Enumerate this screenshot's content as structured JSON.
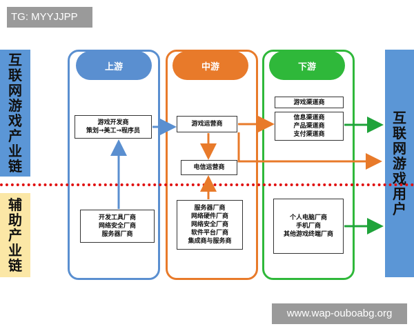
{
  "watermark": "TG: MYYJJPP",
  "site_url": "www.wap-ouboabg.org",
  "side_left_top": [
    "互",
    "联",
    "网",
    "游",
    "戏",
    "产",
    "业",
    "链"
  ],
  "side_left_bottom": [
    "辅",
    "助",
    "产",
    "业",
    "链"
  ],
  "side_right": [
    "互",
    "联",
    "网",
    "游",
    "戏",
    "用",
    "户"
  ],
  "stages": {
    "upstream": "上游",
    "midstream": "中游",
    "downstream": "下游"
  },
  "boxes": {
    "game_dev": [
      "游戏开发商",
      "策划→美工→程序员"
    ],
    "dev_tools": [
      "开发工具厂商",
      "网络安全厂商",
      "服务器厂商"
    ],
    "game_operator": [
      "游戏运营商"
    ],
    "telecom": [
      "电信运营商"
    ],
    "mid_support": [
      "服务器厂商",
      "网络硬件厂商",
      "网络安全厂商",
      "软件平台厂商",
      "集成商与服务商"
    ],
    "channel_title": [
      "游戏渠道商"
    ],
    "channels": [
      "信息渠道商",
      "产品渠道商",
      "支付渠道商"
    ],
    "devices": [
      "个人电脑厂商",
      "手机厂商",
      "其他游戏终端厂商"
    ]
  },
  "colors": {
    "blue_band": "#5b96d6",
    "yellow_band": "#fbe7a6",
    "upstream": "#5a8fd0",
    "midstream": "#e87a2a",
    "downstream": "#2fb83a",
    "divider": "#e01010"
  }
}
